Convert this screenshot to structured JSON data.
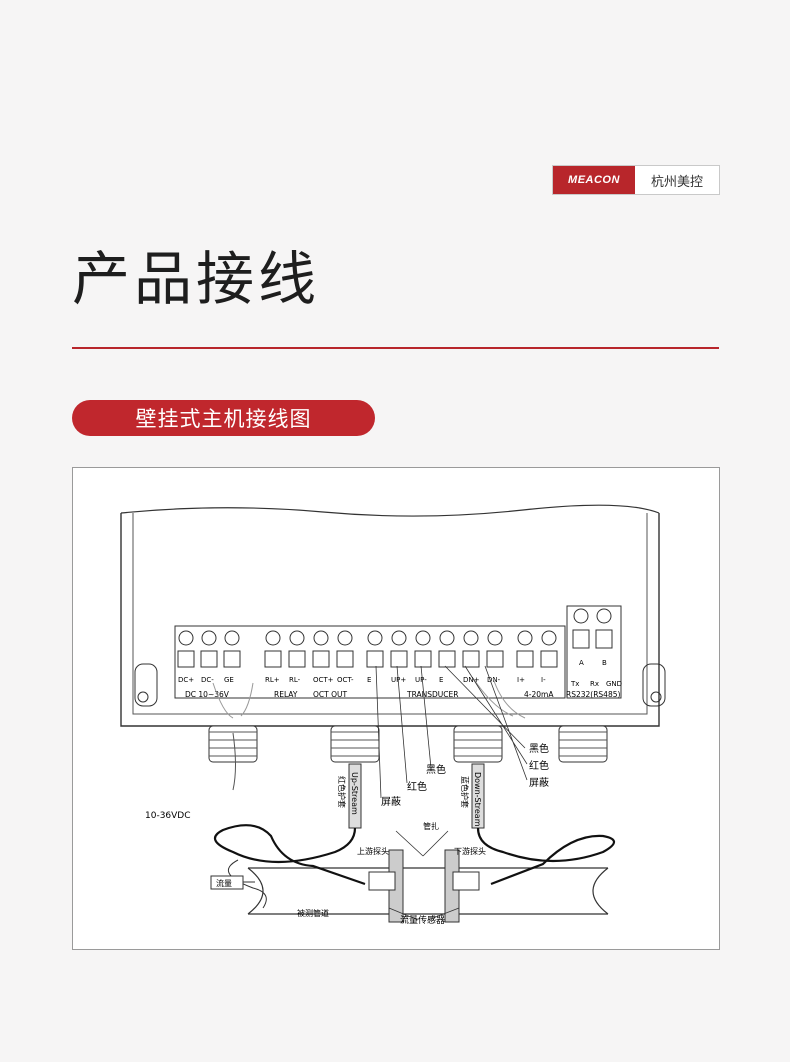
{
  "brand": {
    "logo_text": "MEACON",
    "name": "杭州美控"
  },
  "page_title": "产品接线",
  "section_title": "壁挂式主机接线图",
  "colors": {
    "accent": "#b8262b",
    "pill": "#c0272d"
  },
  "diagram": {
    "terminals_top": [
      "DC+",
      "DC-",
      "GE",
      "RL+",
      "RL-",
      "OCT+",
      "OCT-",
      "E",
      "UP+",
      "UP-",
      "E",
      "DN+",
      "DN-",
      "I+",
      "I-"
    ],
    "group_labels": {
      "dc": "DC  10~36V",
      "relay": "RELAY",
      "oct": "OCT   OUT",
      "transducer": "TRANSDUCER",
      "analog": "4-20mA",
      "rs232": "RS232(RS485)"
    },
    "rs232_labels": [
      "Tx",
      "Rx",
      "GND"
    ],
    "rs232_sub": [
      "A",
      "B"
    ],
    "wire_labels_left": [
      "屏蔽",
      "红色",
      "黑色"
    ],
    "wire_labels_right": [
      "黑色",
      "红色",
      "屏蔽"
    ],
    "cable_up_cn": "红色护套",
    "cable_up_en": "Up-Stream",
    "cable_down_cn": "蓝色护套",
    "cable_down_en": "Down-Stream",
    "power_label": "10-36VDC",
    "clamp_label": "管扎",
    "upstream_probe": "上游探头",
    "downstream_probe": "下游探头",
    "flow_label": "流量",
    "pipe_label": "被测管道",
    "sensor_label": "流量传感器"
  }
}
